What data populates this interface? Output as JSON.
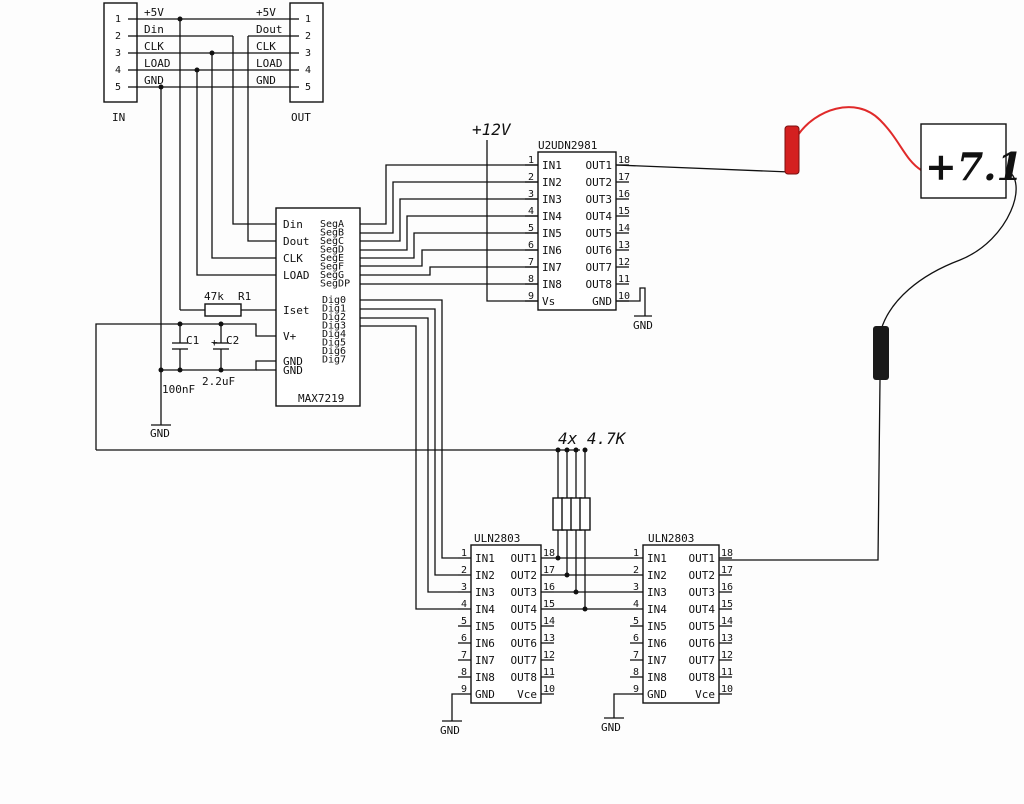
{
  "conn_in": {
    "name": "IN",
    "pins": [
      {
        "num": "1",
        "label": "+5V"
      },
      {
        "num": "2",
        "label": "Din"
      },
      {
        "num": "3",
        "label": "CLK"
      },
      {
        "num": "4",
        "label": "LOAD"
      },
      {
        "num": "5",
        "label": "GND"
      }
    ]
  },
  "conn_out": {
    "name": "OUT",
    "pins": [
      {
        "num": "1",
        "label": "+5V"
      },
      {
        "num": "2",
        "label": "Dout"
      },
      {
        "num": "3",
        "label": "CLK"
      },
      {
        "num": "4",
        "label": "LOAD"
      },
      {
        "num": "5",
        "label": "GND"
      }
    ]
  },
  "max7219": {
    "name": "MAX7219",
    "left_pins": [
      "Din",
      "Dout",
      "CLK",
      "LOAD",
      "Iset",
      "V+",
      "GND",
      "GND"
    ],
    "seg_pins": [
      "SegA",
      "SegB",
      "SegC",
      "SegD",
      "SegE",
      "SegF",
      "SegG",
      "SegDP"
    ],
    "dig_pins": [
      "Dig0",
      "Dig1",
      "Dig2",
      "Dig3",
      "Dig4",
      "Dig5",
      "Dig6",
      "Dig7"
    ]
  },
  "r1": {
    "value": "47k",
    "ref": "R1"
  },
  "c1": {
    "ref": "C1",
    "value": "100nF"
  },
  "c2": {
    "ref": "C2",
    "value": "2.2uF"
  },
  "gnd_label": "GND",
  "supply_12v": "+12V",
  "u2": {
    "ref": "U2",
    "name": "UDN2981",
    "in_pins": [
      {
        "num": "1",
        "label": "IN1"
      },
      {
        "num": "2",
        "label": "IN2"
      },
      {
        "num": "3",
        "label": "IN3"
      },
      {
        "num": "4",
        "label": "IN4"
      },
      {
        "num": "5",
        "label": "IN5"
      },
      {
        "num": "6",
        "label": "IN6"
      },
      {
        "num": "7",
        "label": "IN7"
      },
      {
        "num": "8",
        "label": "IN8"
      },
      {
        "num": "9",
        "label": "Vs"
      }
    ],
    "out_pins": [
      {
        "num": "18",
        "label": "OUT1"
      },
      {
        "num": "17",
        "label": "OUT2"
      },
      {
        "num": "16",
        "label": "OUT3"
      },
      {
        "num": "15",
        "label": "OUT4"
      },
      {
        "num": "14",
        "label": "OUT5"
      },
      {
        "num": "13",
        "label": "OUT6"
      },
      {
        "num": "12",
        "label": "OUT7"
      },
      {
        "num": "11",
        "label": "OUT8"
      },
      {
        "num": "10",
        "label": "GND"
      }
    ]
  },
  "resistor_array": {
    "label": "4x  4.7K"
  },
  "uln_a": {
    "name": "ULN2803",
    "in_pins": [
      {
        "num": "1",
        "label": "IN1"
      },
      {
        "num": "2",
        "label": "IN2"
      },
      {
        "num": "3",
        "label": "IN3"
      },
      {
        "num": "4",
        "label": "IN4"
      },
      {
        "num": "5",
        "label": "IN5"
      },
      {
        "num": "6",
        "label": "IN6"
      },
      {
        "num": "7",
        "label": "IN7"
      },
      {
        "num": "8",
        "label": "IN8"
      },
      {
        "num": "9",
        "label": "GND"
      }
    ],
    "out_pins": [
      {
        "num": "18",
        "label": "OUT1"
      },
      {
        "num": "17",
        "label": "OUT2"
      },
      {
        "num": "16",
        "label": "OUT3"
      },
      {
        "num": "15",
        "label": "OUT4"
      },
      {
        "num": "14",
        "label": "OUT5"
      },
      {
        "num": "13",
        "label": "OUT6"
      },
      {
        "num": "12",
        "label": "OUT7"
      },
      {
        "num": "11",
        "label": "OUT8"
      },
      {
        "num": "10",
        "label": "Vce"
      }
    ]
  },
  "uln_b": {
    "name": "ULN2803",
    "in_pins": [
      {
        "num": "1",
        "label": "IN1"
      },
      {
        "num": "2",
        "label": "IN2"
      },
      {
        "num": "3",
        "label": "IN3"
      },
      {
        "num": "4",
        "label": "IN4"
      },
      {
        "num": "5",
        "label": "IN5"
      },
      {
        "num": "6",
        "label": "IN6"
      },
      {
        "num": "7",
        "label": "IN7"
      },
      {
        "num": "8",
        "label": "IN8"
      },
      {
        "num": "9",
        "label": "GND"
      }
    ],
    "out_pins": [
      {
        "num": "18",
        "label": "OUT1"
      },
      {
        "num": "17",
        "label": "OUT2"
      },
      {
        "num": "16",
        "label": "OUT3"
      },
      {
        "num": "15",
        "label": "OUT4"
      },
      {
        "num": "14",
        "label": "OUT5"
      },
      {
        "num": "13",
        "label": "OUT6"
      },
      {
        "num": "12",
        "label": "OUT7"
      },
      {
        "num": "11",
        "label": "OUT8"
      },
      {
        "num": "10",
        "label": "Vce"
      }
    ]
  },
  "display": {
    "text": "+7.1"
  },
  "colors": {
    "probe_red": "#d42020",
    "probe_black": "#1a1a1a",
    "wire_red": "#e02a2a"
  }
}
